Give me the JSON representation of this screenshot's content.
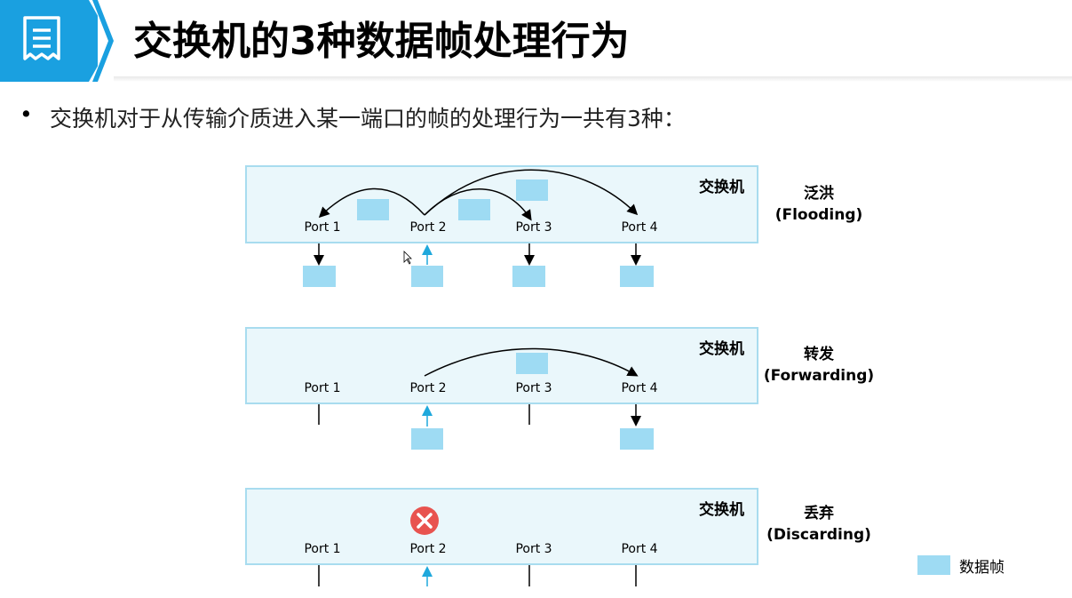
{
  "header": {
    "title": "交换机的3种数据帧处理行为",
    "icon": "document-icon",
    "accent_color": "#1aa0e0"
  },
  "intro": {
    "bullet": "•",
    "text": "交换机对于从传输介质进入某一端口的帧的处理行为一共有3种："
  },
  "diagrams": [
    {
      "switch_label": "交换机",
      "ports": [
        "Port 1",
        "Port 2",
        "Port 3",
        "Port 4"
      ],
      "behavior": "泛洪",
      "behavior_en": "(Flooding)"
    },
    {
      "switch_label": "交换机",
      "ports": [
        "Port 1",
        "Port 2",
        "Port 3",
        "Port 4"
      ],
      "behavior": "转发",
      "behavior_en": "(Forwarding)"
    },
    {
      "switch_label": "交换机",
      "ports": [
        "Port 1",
        "Port 2",
        "Port 3",
        "Port 4"
      ],
      "behavior": "丢弃",
      "behavior_en": "(Discarding)",
      "discard_icon": "x-circle-icon"
    }
  ],
  "legend": {
    "label": "数据帧",
    "frame_color": "#9edbf3"
  }
}
